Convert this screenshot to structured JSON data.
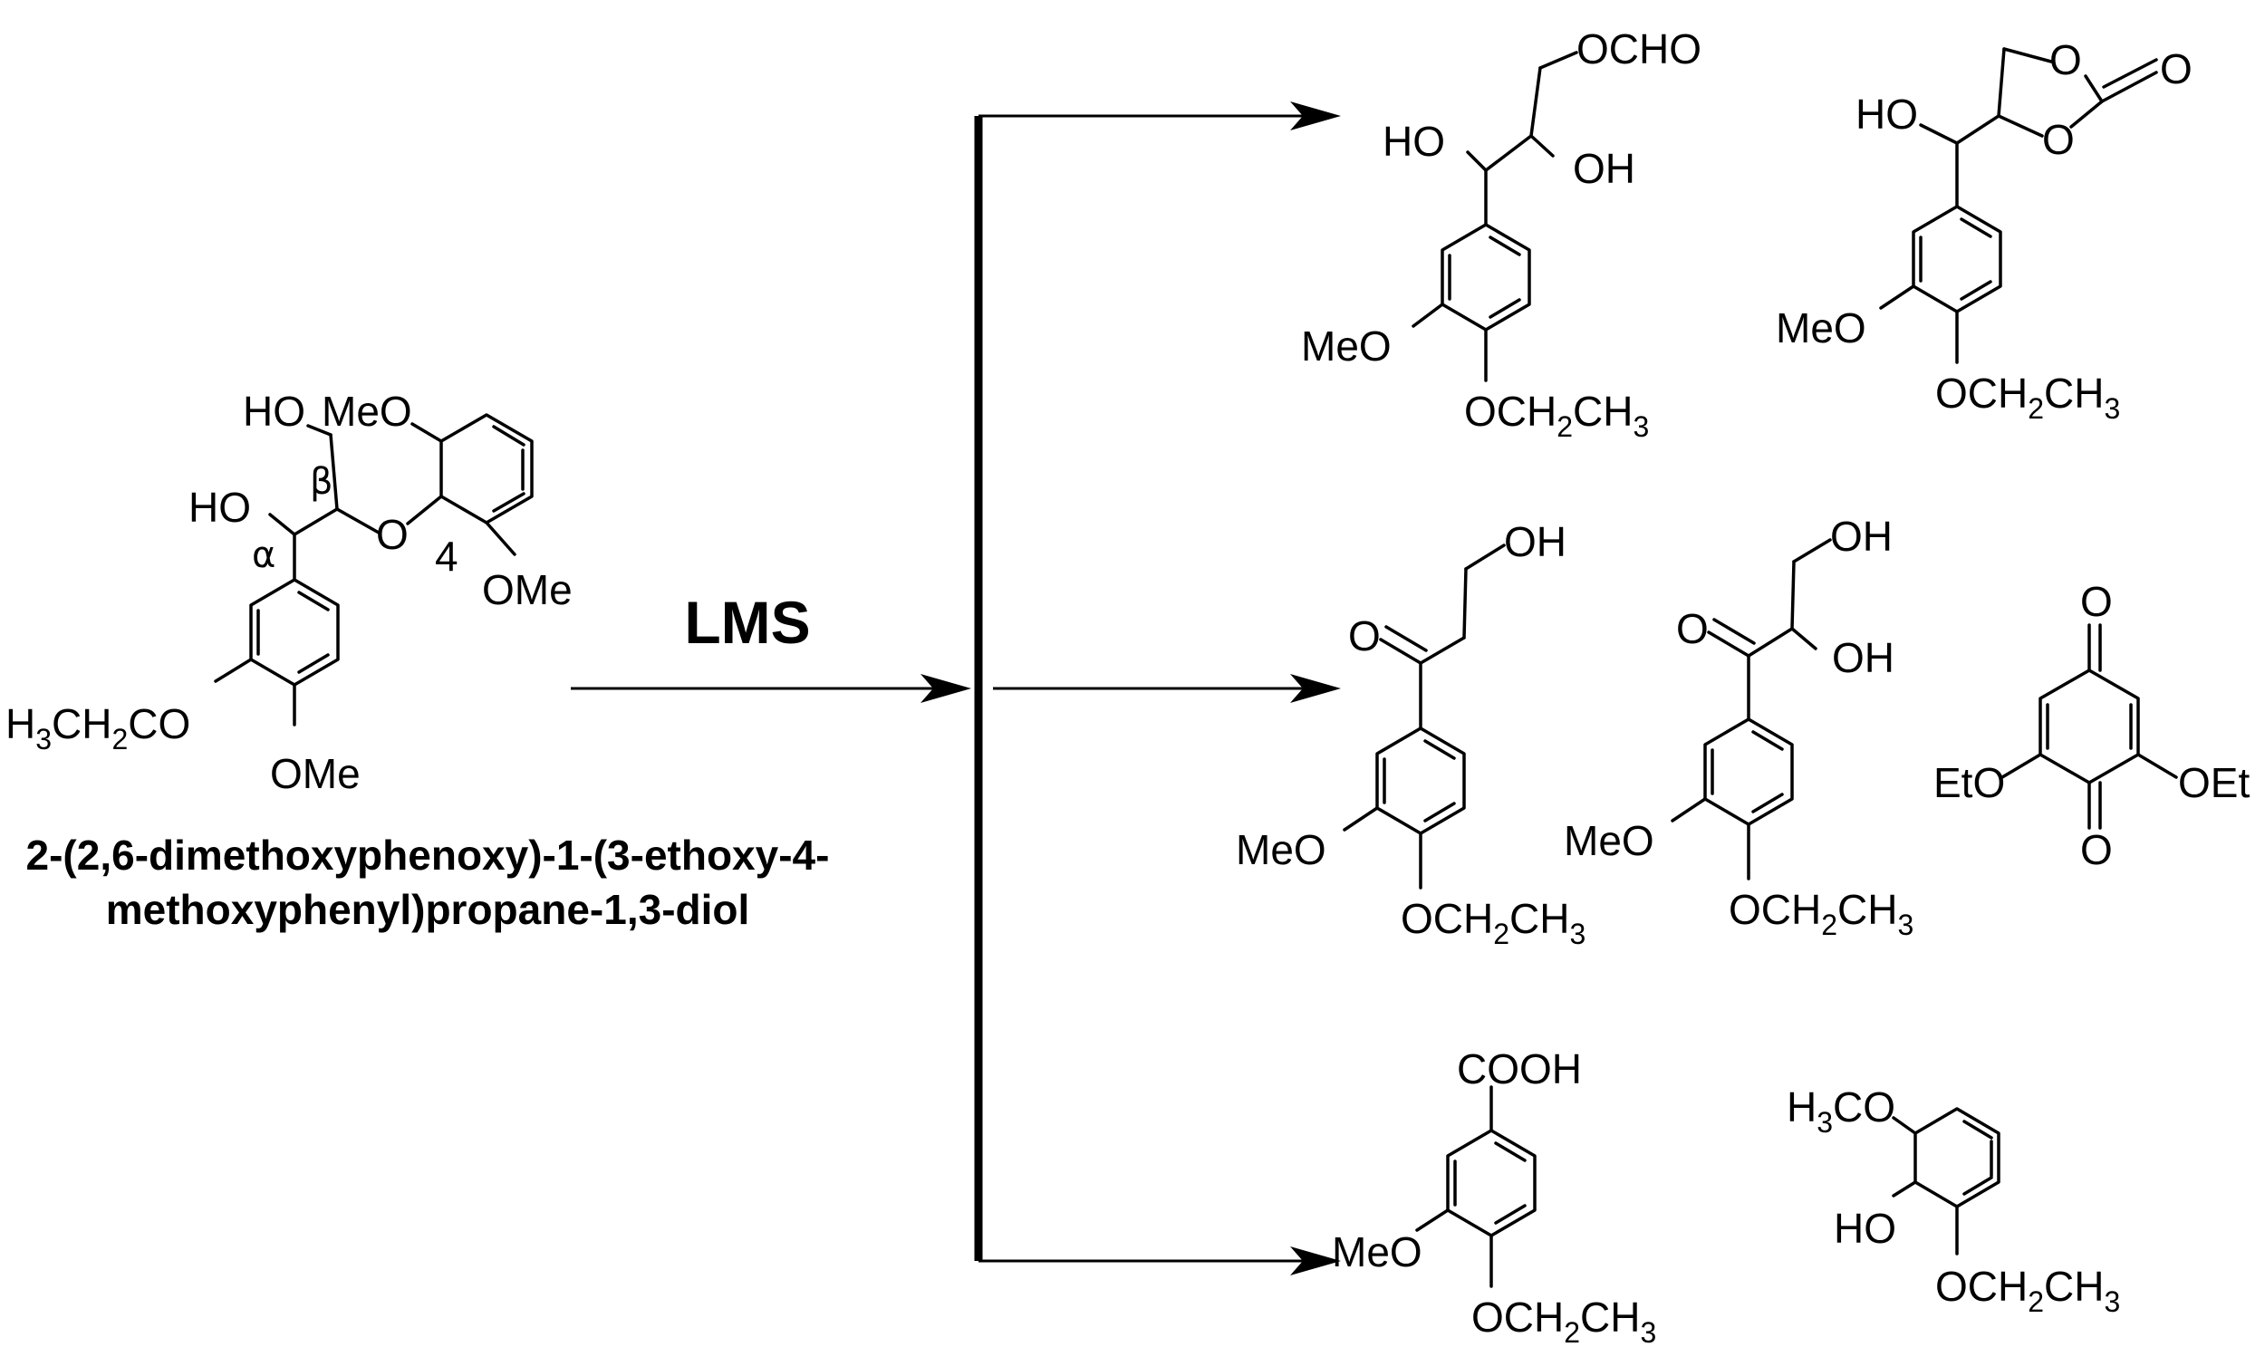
{
  "reagent": "LMS",
  "substrate": {
    "name_line1": "2-(2,6-dimethoxyphenoxy)-1-(3-ethoxy-4-",
    "name_line2": "methoxyphenyl)propane-1,3-diol",
    "groups": {
      "ho_top": "HO",
      "meo_top": "MeO",
      "ho_alpha": "HO",
      "o_ether": "O",
      "ome_ring2": "OMe",
      "ethoxy": "H3CH2CO",
      "ome_para": "OMe"
    },
    "position_labels": {
      "alpha": "α",
      "beta": "β",
      "four": "4"
    }
  },
  "products": {
    "p1": {
      "ocho": "OCHO",
      "ho": "HO",
      "oh": "OH",
      "meo": "MeO",
      "oet": "OCH2CH3"
    },
    "p2": {
      "o_ring_top": "O",
      "o_ring_bottom": "O",
      "o_carbonyl": "O",
      "ho": "HO",
      "meo": "MeO",
      "oet": "OCH2CH3"
    },
    "p3": {
      "oh": "OH",
      "o_ketone": "O",
      "meo": "MeO",
      "oet": "OCH2CH3"
    },
    "p4": {
      "oh_top": "OH",
      "oh_side": "OH",
      "o_ketone": "O",
      "meo": "MeO",
      "oet": "OCH2CH3"
    },
    "p5": {
      "o_top": "O",
      "o_bottom": "O",
      "eto_left": "EtO",
      "oet_right": "OEt"
    },
    "p6": {
      "cooh": "COOH",
      "meo": "MeO",
      "oet": "OCH2CH3"
    },
    "p7": {
      "h3co": "H3CO",
      "ho": "HO",
      "oet": "OCH2CH3"
    }
  }
}
